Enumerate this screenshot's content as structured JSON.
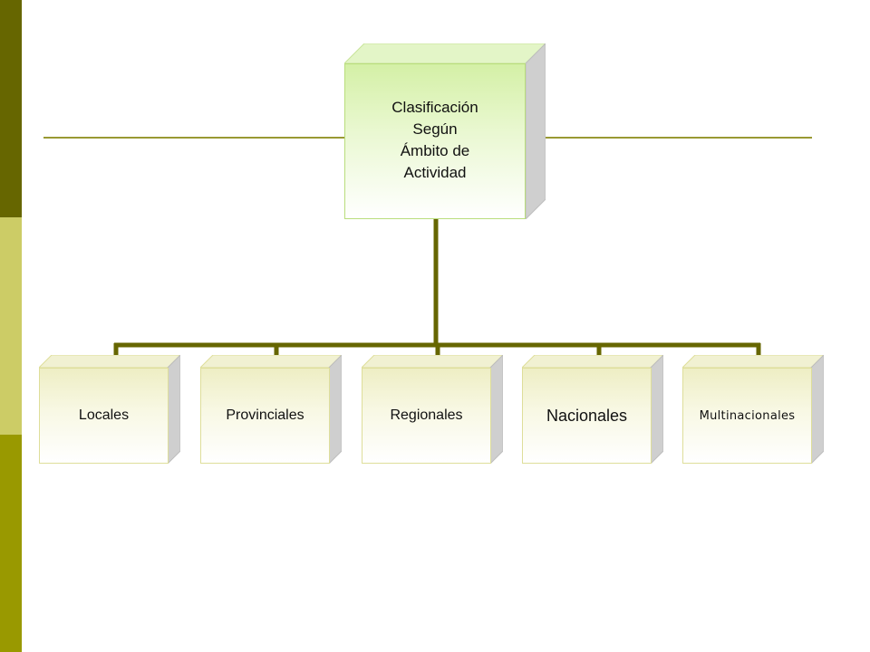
{
  "colors": {
    "bar_dark": "#666600",
    "bar_light": "#cccc66",
    "bar_mid": "#999900",
    "connector": "#666600",
    "rule": "#999933"
  },
  "root": {
    "lines": [
      "Clasificación",
      "Según",
      "Ámbito de",
      "Actividad"
    ]
  },
  "children": [
    {
      "label": "Locales"
    },
    {
      "label": "Provinciales"
    },
    {
      "label": "Regionales"
    },
    {
      "label": "Nacionales"
    },
    {
      "label": "Multinacionales"
    }
  ]
}
